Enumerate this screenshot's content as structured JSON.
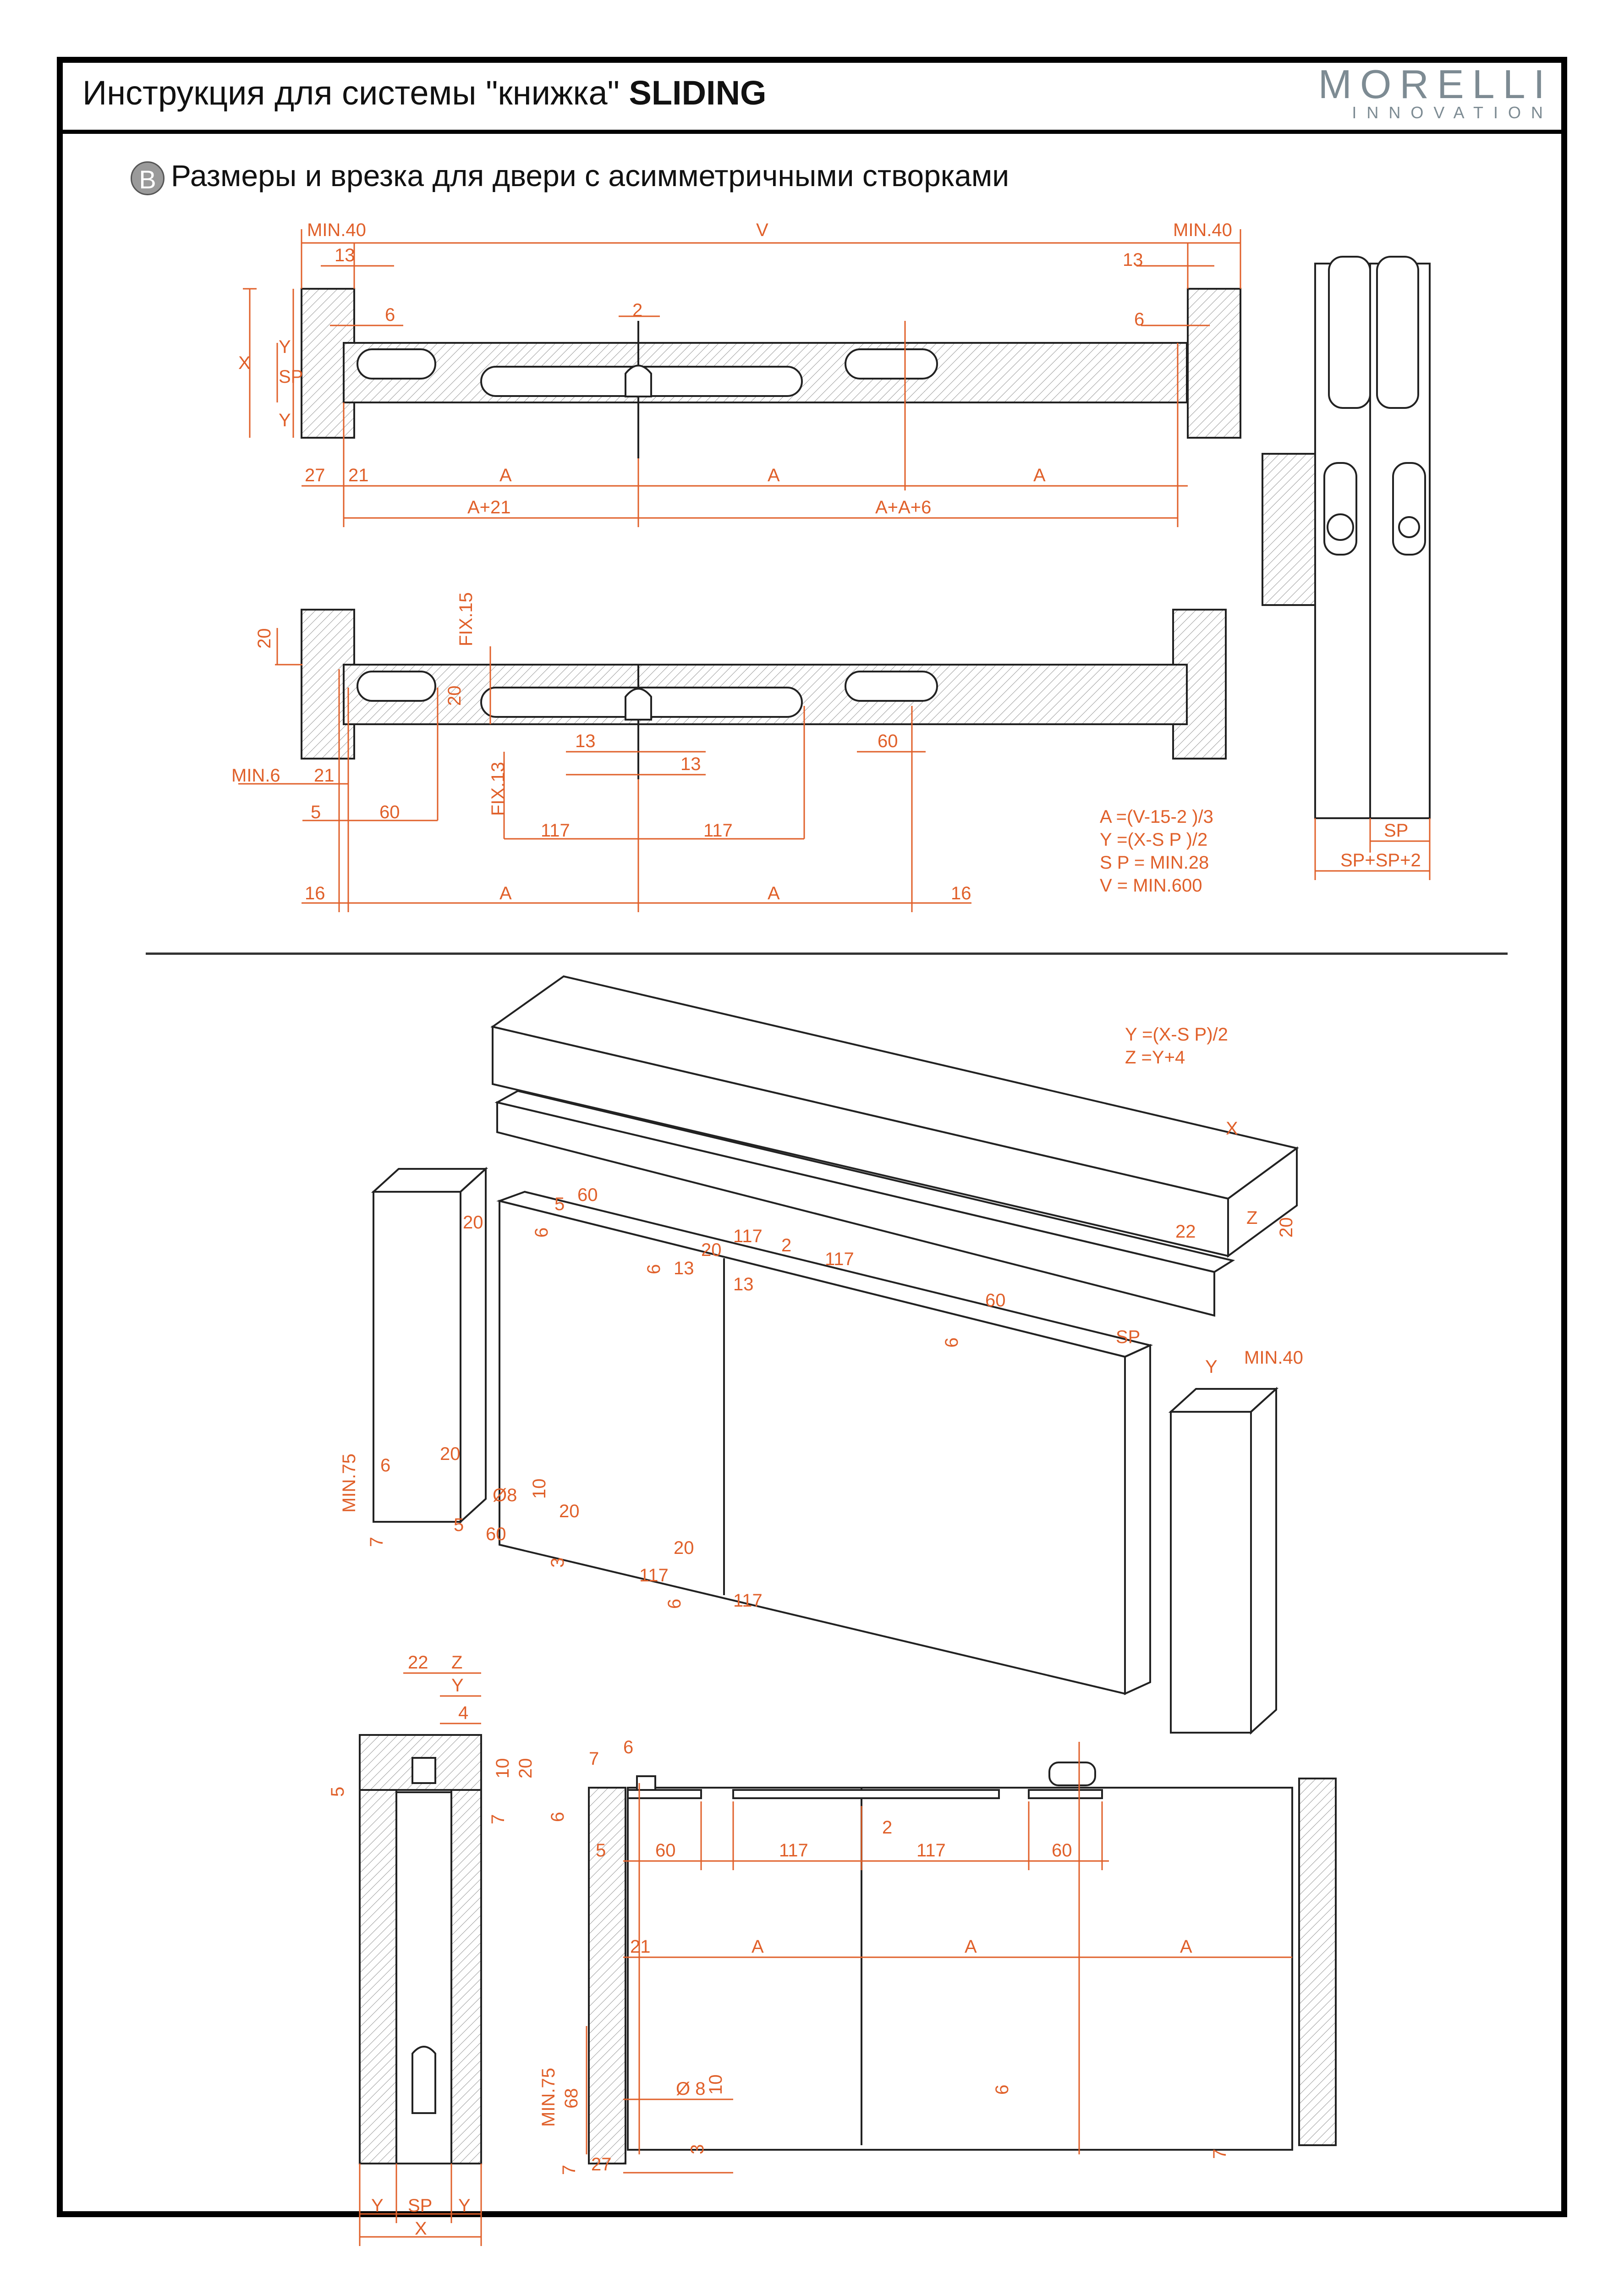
{
  "header": {
    "title_prefix": "Инструкция для системы \"книжка\"",
    "title_bold": "SLIDING",
    "logo_main": "MORELLI",
    "logo_sub": "INNOVATION"
  },
  "section": {
    "badge": "B",
    "title": "Размеры и врезка для двери с асимметричными створками"
  },
  "formulas_top": [
    "A =(V-15-2 )/3",
    "Y =(X-S P )/2",
    "S P = MIN.28",
    "V = MIN.600"
  ],
  "formulas_iso": [
    "Y =(X-S P)/2",
    "Z =Y+4"
  ],
  "top_plan_dims": {
    "min_left": "MIN.40",
    "v": "V",
    "min_right": "MIN.40",
    "d13_left": "13",
    "d13_right": "13",
    "d2": "2",
    "d6_left": "6",
    "d6_right": "6",
    "x": "X",
    "y_top": "Y",
    "sp": "SP",
    "y_bottom": "Y",
    "d27": "27",
    "d21": "21",
    "a1": "A",
    "a2": "A",
    "a3": "A",
    "a21": "A+21",
    "aa6": "A+A+6"
  },
  "bottom_plan_dims": {
    "d20": "20",
    "fix15": "FIX.15",
    "d20b": "20",
    "min6": "MIN.6",
    "d21": "21",
    "d13a": "13",
    "d13b": "13",
    "d60r": "60",
    "fix13": "FIX.13",
    "d5": "5",
    "d60": "60",
    "d117a": "117",
    "d117b": "117",
    "d16l": "16",
    "a1": "A",
    "a2": "A",
    "d16r": "16"
  },
  "side_dims": {
    "sp": "SP",
    "sp2": "SP+SP+2"
  },
  "iso_dims": {
    "x": "X",
    "z": "Z",
    "d22": "22",
    "d20": "20",
    "sp": "SP",
    "y": "Y",
    "min40": "MIN.40",
    "d20a": "20",
    "d5": "5",
    "d60a": "60",
    "d6a": "6",
    "d117a": "117",
    "d2": "2",
    "d117b": "117",
    "d20b": "20",
    "d6b": "6",
    "d13a": "13",
    "d13b": "13",
    "d60b": "60",
    "d6c": "6",
    "min75": "MIN.75",
    "d6d": "6",
    "d20c": "20",
    "d7": "7",
    "d8": "Ø8",
    "d10": "10",
    "d20d": "20",
    "d5b": "5",
    "d60c": "60",
    "d3": "3",
    "d20e": "20",
    "d117c": "117",
    "d6e": "6",
    "d117d": "117"
  },
  "section_dims": {
    "d22": "22",
    "z": "Z",
    "y": "Y",
    "d4": "4",
    "d5": "5",
    "d10": "10",
    "d20": "20",
    "d7": "7",
    "y1": "Y",
    "sp": "SP",
    "y2": "Y",
    "x": "X"
  },
  "front_dims": {
    "d7": "7",
    "d6": "6",
    "d6v": "6",
    "d5": "5",
    "d60a": "60",
    "d117a": "117",
    "d2": "2",
    "d117b": "117",
    "d60b": "60",
    "d21": "21",
    "a1": "A",
    "a2": "A",
    "a3": "A",
    "min75": "MIN.75",
    "d68": "68",
    "d8": "Ø 8",
    "d10": "10",
    "d6b": "6",
    "d7b": "7",
    "d27": "27",
    "d3": "3",
    "d7c": "7"
  }
}
